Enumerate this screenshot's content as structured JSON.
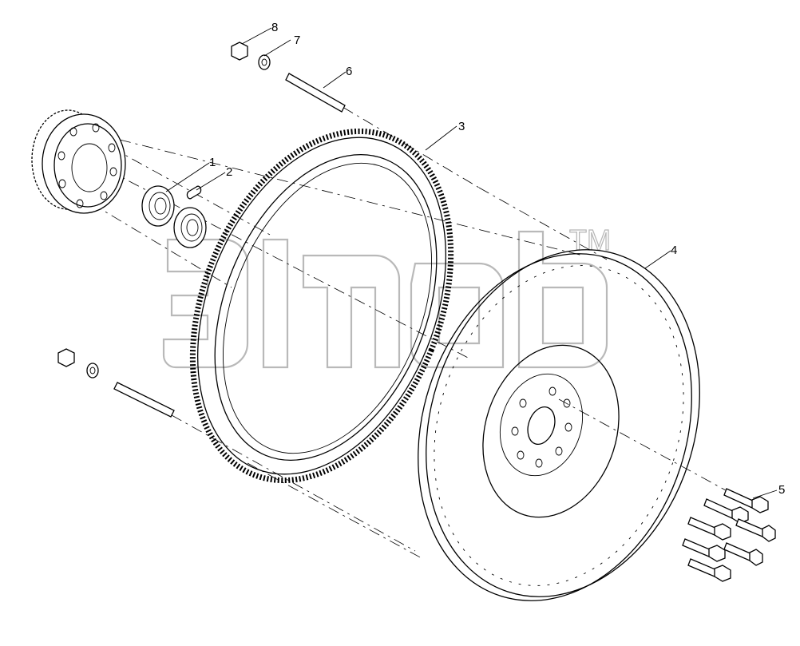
{
  "diagram": {
    "callouts": [
      {
        "id": "1",
        "label": "1"
      },
      {
        "id": "2",
        "label": "2"
      },
      {
        "id": "3",
        "label": "3"
      },
      {
        "id": "4",
        "label": "4"
      },
      {
        "id": "5",
        "label": "5"
      },
      {
        "id": "6",
        "label": "6"
      },
      {
        "id": "7",
        "label": "7"
      },
      {
        "id": "8",
        "label": "8"
      }
    ],
    "watermark": {
      "trademark": "TM"
    }
  }
}
